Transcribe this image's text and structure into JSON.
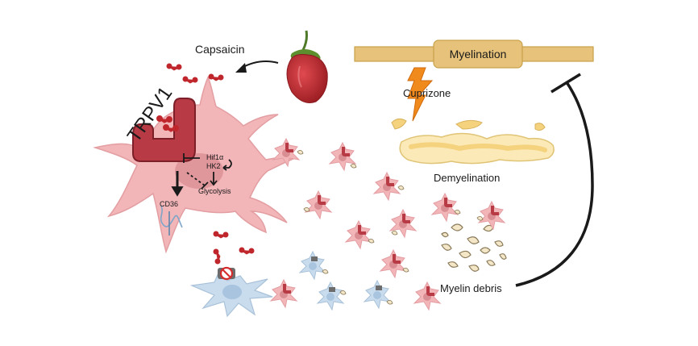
{
  "labels": {
    "capsaicin": "Capsaicin",
    "trpv1": "TRPV1",
    "hif1a": "Hif1α",
    "hk2": "HK2",
    "glycolysis": "Glycolysis",
    "cd36": "CD36",
    "myelination": "Myelination",
    "cuprizone": "Cuprizone",
    "demyelination": "Demyelination",
    "myelin_debris": "Myelin debris"
  },
  "colors": {
    "microglia_pink": "#f2b5b8",
    "microglia_outline": "#e39ea2",
    "receptor_red": "#b83a45",
    "pepper_red": "#c0272d",
    "myelin_gold": "#e6c27a",
    "myelin_outline": "#c9a24a",
    "demyelin_fill": "#fbeab8",
    "lightning_orange": "#f08a1c",
    "resting_blue": "#c9dced",
    "debris_fill": "#f3e7c7"
  }
}
